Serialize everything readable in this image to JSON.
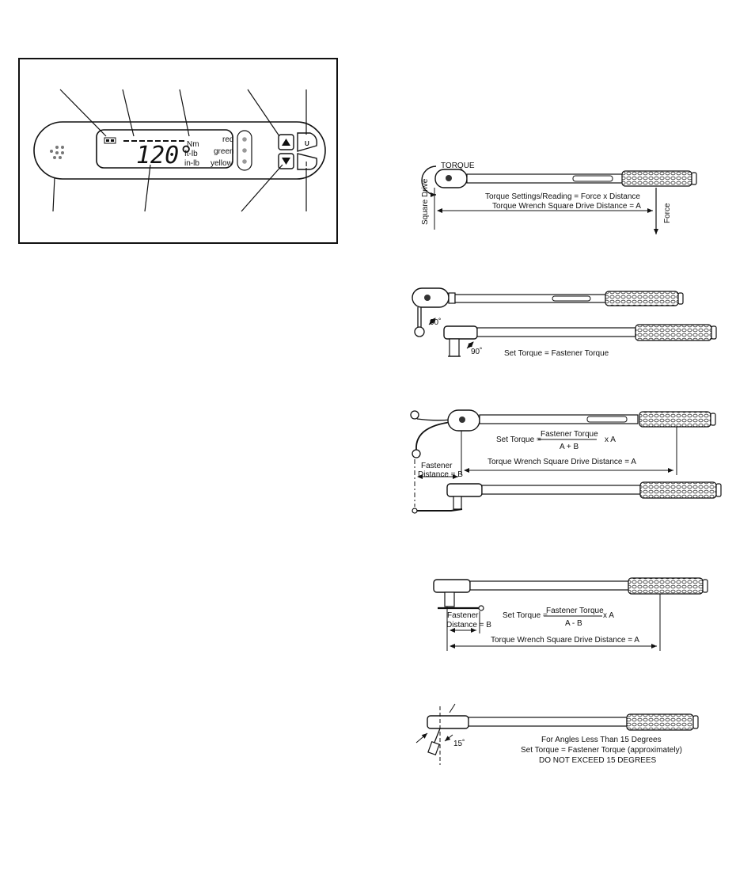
{
  "panel": {
    "display_value": "120°",
    "units": [
      "Nm",
      "ft-lb",
      "in-lb"
    ],
    "leds": [
      "red",
      "green",
      "yellow"
    ],
    "button_u": "U",
    "button_i": "I",
    "icons": [
      "battery-icon",
      "speaker-icon",
      "up-arrow-icon",
      "down-arrow-icon"
    ]
  },
  "fig1": {
    "torque": "TORQUE",
    "square_drive": "Square Drive",
    "force": "Force",
    "line1": "Torque Settings/Reading = Force x Distance",
    "line2": "Torque Wrench Square Drive Distance = A"
  },
  "fig2": {
    "angle1": "90˚",
    "angle2": "90˚",
    "caption": "Set Torque = Fastener Torque"
  },
  "fig3": {
    "set_torque": "Set Torque =",
    "numerator": "Fastener Torque",
    "denominator": "A + B",
    "times": "x A",
    "fastener": "Fastener",
    "distance_b": "Distance = B",
    "distance_a": "Torque Wrench Square Drive Distance = A"
  },
  "fig4": {
    "set_torque": "Set Torque =",
    "numerator": "Fastener Torque",
    "denominator": "A - B",
    "times": "x A",
    "fastener": "Fastener",
    "distance_b": "Distance = B",
    "distance_a": "Torque Wrench Square Drive Distance = A"
  },
  "fig5": {
    "angle": "15˚",
    "line1": "For Angles Less Than 15 Degrees",
    "line2": "Set Torque = Fastener Torque (approximately)",
    "line3": "DO NOT EXCEED 15 DEGREES"
  }
}
